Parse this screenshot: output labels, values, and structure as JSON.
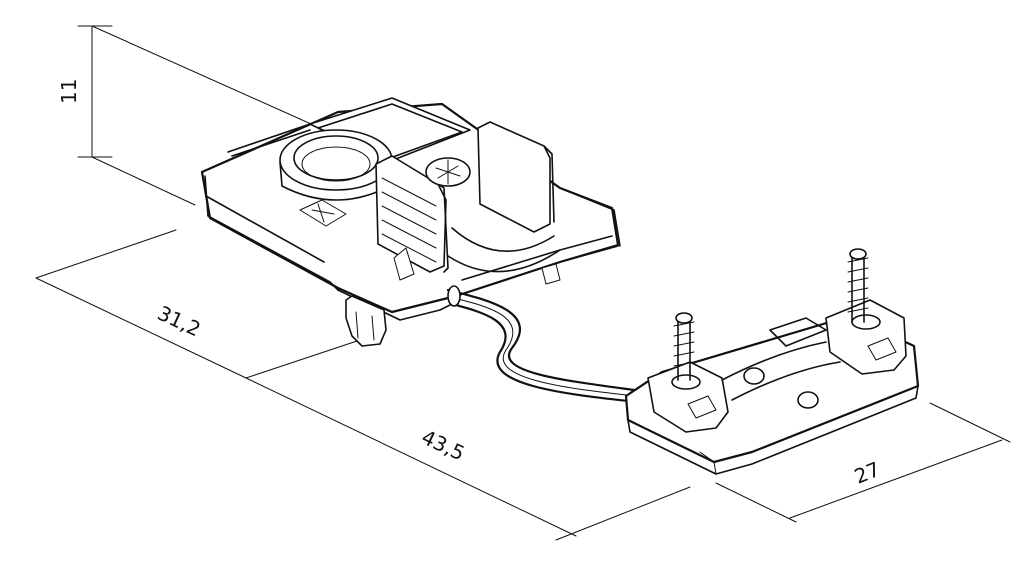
{
  "dimensions": {
    "height": "11",
    "depth": "31,2",
    "length": "43,5",
    "width": "27"
  },
  "colors": {
    "line": "#111111",
    "background": "#ffffff"
  }
}
